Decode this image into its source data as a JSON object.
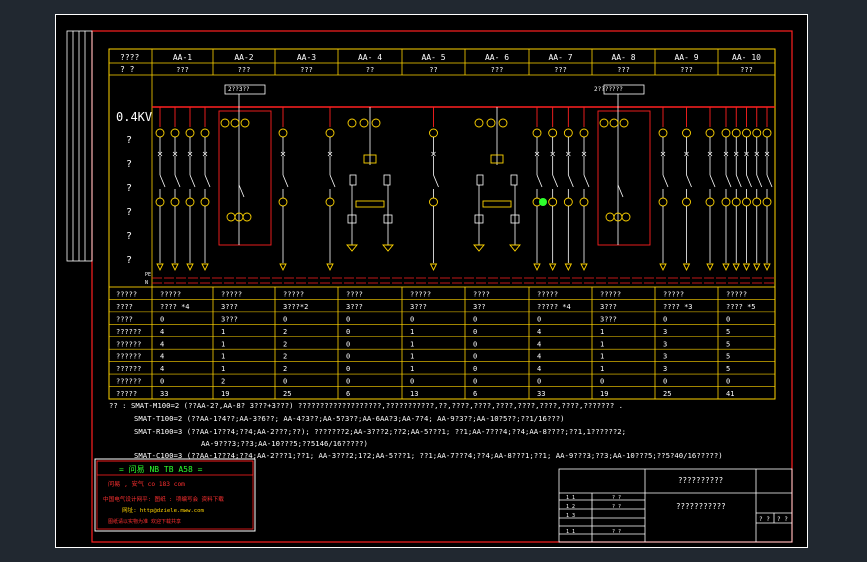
{
  "panels": [
    {
      "id": "AA-1",
      "top": "???",
      "switches": 4
    },
    {
      "id": "AA-2",
      "top": "???",
      "switches": 1
    },
    {
      "id": "AA-3",
      "top": "???",
      "switches": 2
    },
    {
      "id": "AA- 4",
      "top": "??",
      "switches": 2
    },
    {
      "id": "AA- 5",
      "top": "??",
      "switches": 1
    },
    {
      "id": "AA- 6",
      "top": "???",
      "switches": 2
    },
    {
      "id": "AA- 7",
      "top": "???",
      "switches": 4
    },
    {
      "id": "AA- 8",
      "top": "???",
      "switches": 1
    },
    {
      "id": "AA- 9",
      "top": "???",
      "switches": 3
    },
    {
      "id": "AA- 10",
      "top": "???",
      "switches": 5
    }
  ],
  "header_labels": [
    "????",
    "? ?"
  ],
  "voltage": "0.4KV",
  "left_qmarks": [
    "?",
    "?",
    "?",
    "?",
    "?",
    "?"
  ],
  "pe_labels": [
    "PE",
    "N"
  ],
  "small_box_labels": [
    "2??3??",
    "2???????"
  ],
  "rows": [
    {
      "label": "?????",
      "values": [
        "?????",
        "?????",
        "?????",
        "????",
        "?????",
        "????",
        "?????",
        "?????",
        "?????",
        "?????"
      ]
    },
    {
      "label": "????",
      "values": [
        "???? *4",
        "3???",
        "3???*2",
        "3???",
        "3???",
        "3??",
        "?????  *4",
        "3???",
        "???? *3",
        "???? *5"
      ]
    },
    {
      "label": "????",
      "values": [
        "0",
        "3???",
        "0",
        "0",
        "0",
        "0",
        "0",
        "3???",
        "0",
        "0"
      ]
    },
    {
      "label": "??????",
      "values": [
        "4",
        "1",
        "2",
        "0",
        "1",
        "0",
        "4",
        "1",
        "3",
        "5"
      ]
    },
    {
      "label": "??????",
      "values": [
        "4",
        "1",
        "2",
        "0",
        "1",
        "0",
        "4",
        "1",
        "3",
        "5"
      ]
    },
    {
      "label": "??????",
      "values": [
        "4",
        "1",
        "2",
        "0",
        "1",
        "0",
        "4",
        "1",
        "3",
        "5"
      ]
    },
    {
      "label": "??????",
      "values": [
        "4",
        "1",
        "2",
        "0",
        "1",
        "0",
        "4",
        "1",
        "3",
        "5"
      ]
    },
    {
      "label": "??????",
      "values": [
        "0",
        "2",
        "0",
        "0",
        "0",
        "0",
        "0",
        "0",
        "0",
        "0"
      ]
    },
    {
      "label": "?????",
      "values": [
        "33",
        "19",
        "25",
        "6",
        "13",
        "6",
        "33",
        "19",
        "25",
        "41"
      ]
    }
  ],
  "notes": [
    "?? : SMAT-M100=2  (??AA-2?,AA-8?  3???+3???)     ???????????????????,???????????,??,????,????,????,????,????,????,??????? .",
    "SMAT-T100=2  (??AA-1?4??;AA-3?6??;    AA-4?3??;AA-5?3??;AA-6AA?3;AA-7?4;   AA-9?3??;AA-10?5??;??1/16???)",
    "SMAT-R100=3  (??AA-1???4;??4;AA-2???;??);      ???????2;AA-3???2;??2;AA-5???1;      ??1;AA-7???4;??4;AA-8????;??1,1??????2;",
    "AA-9???3;??3;AA-10???5;??5146/16?????)",
    "SMAT-C100=3  (??AA-1???4;??4;AA-2???1;??1;    AA-3???2;1?2;AA-5???1;    ??1;AA-7???4;??4;AA-8???1;??1;     AA-9???3;??3;AA-10???5;??5?40/16?????)"
  ],
  "stamp": {
    "title": "=  问易   NB TB A58  =",
    "line1": "问易 , 安气        co 183 com",
    "line2": "中国电气设计网平: 图纸 : 项编写会   资料下载",
    "line3": "网址: http@dziele.mww.com",
    "line4": "图纸请以实物为准 欢迎下载共享"
  },
  "title_block": {
    "name1": "??????????",
    "name2": "???????????",
    "left_cells": [
      "1 1",
      "1 2",
      "1 3",
      "1 1"
    ],
    "mid_cells": [
      "? ?",
      "? ?",
      "? ?"
    ],
    "page": [
      "? ?",
      "? ?"
    ]
  }
}
